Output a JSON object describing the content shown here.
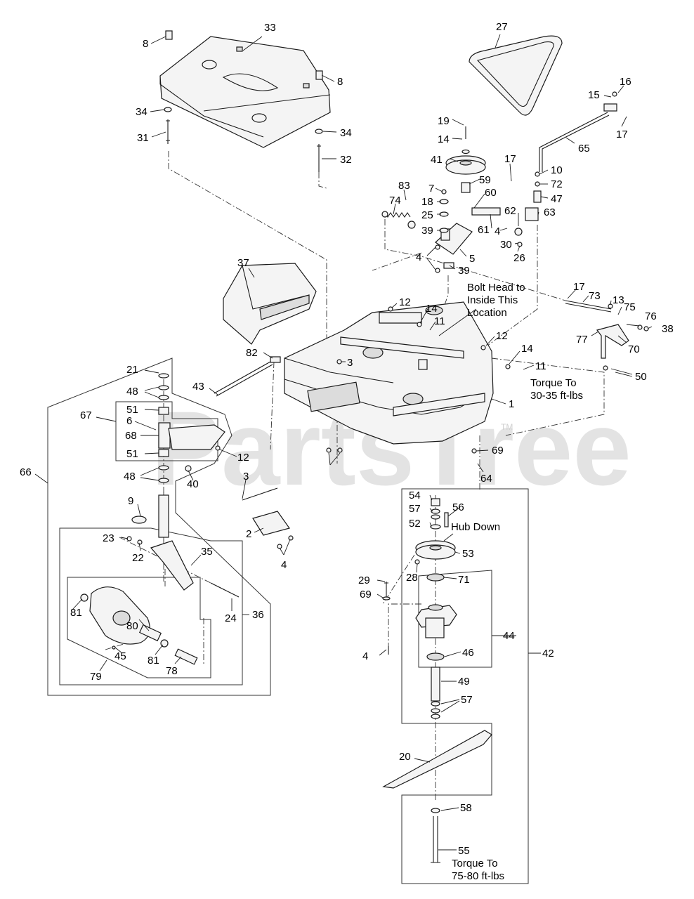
{
  "watermark": {
    "text": "PartsTree",
    "trademark": "TM"
  },
  "notes": {
    "bolt_head_1": "Bolt Head to",
    "bolt_head_2": "Inside This",
    "bolt_head_3": "Location",
    "torque_a_1": "Torque To",
    "torque_a_2": "30-35 ft-lbs",
    "hub_down": "Hub Down",
    "torque_b_1": "Torque To",
    "torque_b_2": "75-80 ft-lbs"
  },
  "callouts": [
    "8",
    "33",
    "8",
    "34",
    "31",
    "34",
    "32",
    "27",
    "16",
    "15",
    "17",
    "65",
    "19",
    "14",
    "41",
    "17",
    "10",
    "72",
    "47",
    "83",
    "7",
    "59",
    "60",
    "18",
    "74",
    "25",
    "62",
    "63",
    "61",
    "4",
    "39",
    "30",
    "26",
    "4",
    "5",
    "39",
    "37",
    "17",
    "73",
    "13",
    "75",
    "76",
    "77",
    "38",
    "70",
    "12",
    "14",
    "11",
    "12",
    "14",
    "11",
    "82",
    "3",
    "50",
    "1",
    "43",
    "21",
    "48",
    "67",
    "51",
    "6",
    "68",
    "51",
    "12",
    "66",
    "48",
    "40",
    "69",
    "64",
    "3",
    "54",
    "57",
    "56",
    "9",
    "52",
    "Hub Down",
    "2",
    "53",
    "23",
    "22",
    "35",
    "4",
    "28",
    "71",
    "29",
    "69",
    "81",
    "24",
    "36",
    "80",
    "44",
    "4",
    "45",
    "81",
    "46",
    "42",
    "79",
    "78",
    "49",
    "57",
    "20",
    "58",
    "55"
  ]
}
